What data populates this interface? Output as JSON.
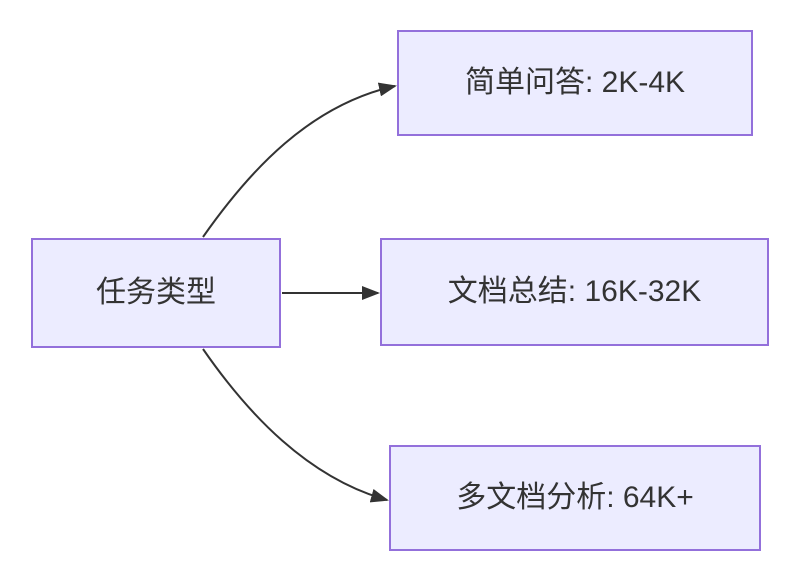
{
  "diagram": {
    "type": "flowchart",
    "direction": "left-to-right",
    "colors": {
      "background": "#ffffff",
      "node_fill": "#ECECFF",
      "node_border": "#9370DB",
      "text": "#333333",
      "arrow": "#333333"
    },
    "nodes": {
      "root": {
        "label": "任务类型"
      },
      "top": {
        "label": "简单问答: 2K-4K"
      },
      "middle": {
        "label": "文档总结: 16K-32K"
      },
      "bottom": {
        "label": "多文档分析: 64K+"
      }
    },
    "edges": [
      {
        "from": "任务类型",
        "to": "简单问答: 2K-4K"
      },
      {
        "from": "任务类型",
        "to": "文档总结: 16K-32K"
      },
      {
        "from": "任务类型",
        "to": "多文档分析: 64K+"
      }
    ]
  }
}
